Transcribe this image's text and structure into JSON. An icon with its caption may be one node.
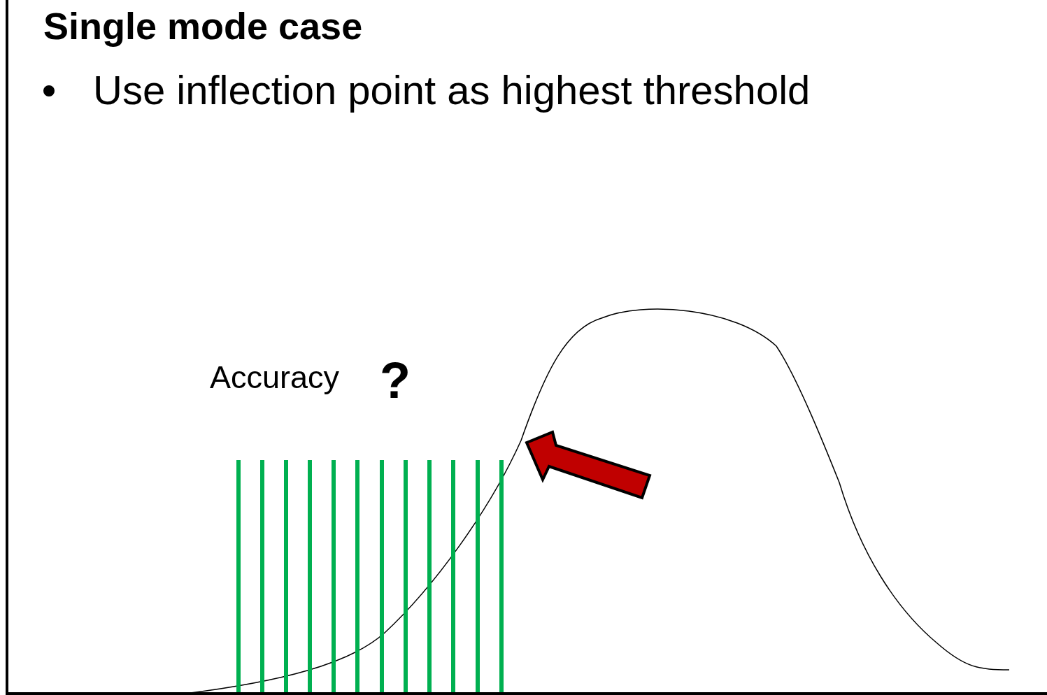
{
  "diagram": {
    "title": "Single mode case",
    "labels": [
      "Use inflection point as highest threshold",
      "Accuracy",
      "?"
    ]
  }
}
